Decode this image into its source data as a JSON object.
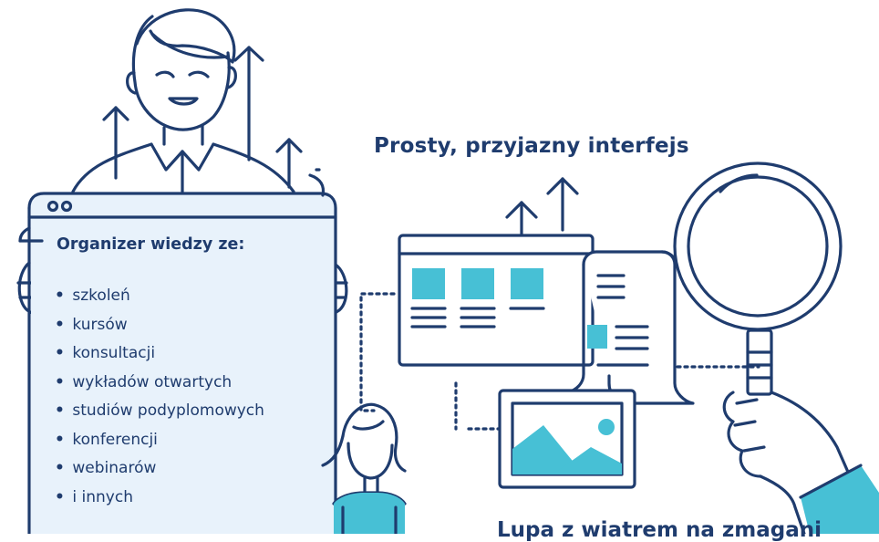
{
  "header": {
    "title": "Prosty, przyjazny interfejs",
    "bottom_text": "Lupa z wiatrem na zmagani"
  },
  "panel": {
    "heading": "Organizer wiedzy ze:",
    "bullet": "•",
    "items": [
      "szkoleń",
      "kursów",
      "konsultacji",
      "wykładów otwartych",
      "studiów podyplomowych",
      "konferencji",
      "webinarów",
      "i innych"
    ]
  },
  "colors": {
    "outline": "#1f3c6e",
    "accent": "#47c0d5",
    "panel_fill": "#e8f2fb"
  },
  "icons": [
    "person-icon",
    "arrow-up-icon",
    "browser-window-icon",
    "document-scroll-icon",
    "image-frame-icon",
    "magnifier-icon",
    "hand-icon",
    "girl-icon"
  ]
}
